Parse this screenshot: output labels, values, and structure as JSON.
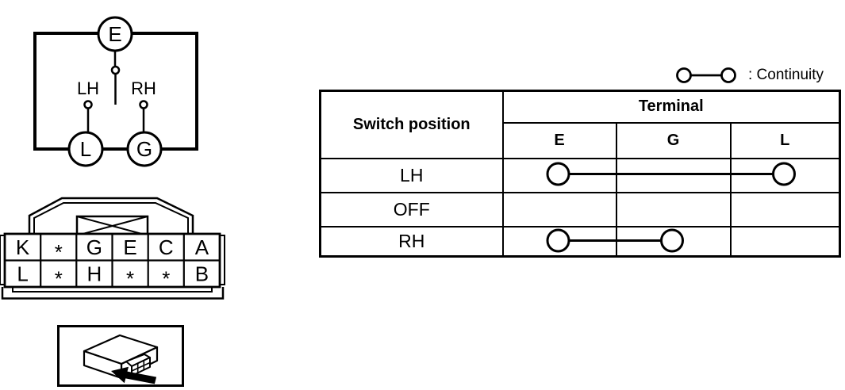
{
  "circuit": {
    "terminals": {
      "top": "E",
      "bottom_left": "L",
      "bottom_right": "G"
    },
    "positions": {
      "left": "LH",
      "right": "RH"
    }
  },
  "connector": {
    "pin_rows": [
      [
        "K",
        "*",
        "G",
        "E",
        "C",
        "A"
      ],
      [
        "L",
        "*",
        "H",
        "*",
        "*",
        "B"
      ]
    ]
  },
  "legend": {
    "label": ": Continuity"
  },
  "table": {
    "col1_header": "Switch position",
    "group_header": "Terminal",
    "terminal_headers": [
      "E",
      "G",
      "L"
    ],
    "rows": [
      {
        "label": "LH",
        "connection": [
          "E",
          "L"
        ]
      },
      {
        "label": "OFF",
        "connection": null
      },
      {
        "label": "RH",
        "connection": [
          "E",
          "G"
        ]
      }
    ]
  },
  "colors": {
    "ink": "#000000",
    "background": "#ffffff"
  }
}
